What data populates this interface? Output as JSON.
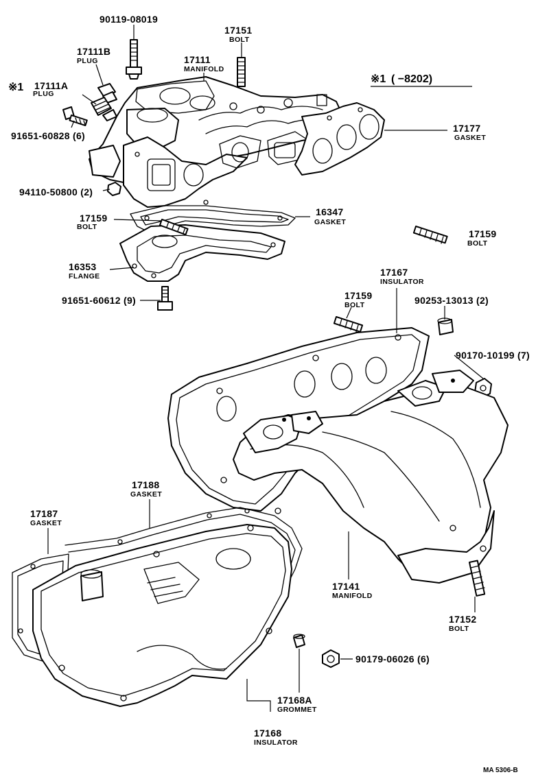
{
  "note": {
    "mark": "※1",
    "text": "(      −8202)"
  },
  "callouts": [
    {
      "id": "c1",
      "part_no": "90119-08019",
      "name": ""
    },
    {
      "id": "c2",
      "part_no": "17151",
      "name": "BOLT"
    },
    {
      "id": "c3",
      "part_no": "17111B",
      "name": "PLUG"
    },
    {
      "id": "c4",
      "part_no": "17111",
      "name": "MANIFOLD"
    },
    {
      "id": "c5",
      "part_no": "17111A",
      "name": "PLUG",
      "mark": "※1"
    },
    {
      "id": "c6",
      "part_no": "91651-60828 (6)",
      "name": ""
    },
    {
      "id": "c7",
      "part_no": "17177",
      "name": "GASKET"
    },
    {
      "id": "c8",
      "part_no": "94110-50800 (2)",
      "name": ""
    },
    {
      "id": "c9",
      "part_no": "17159",
      "name": "BOLT"
    },
    {
      "id": "c10",
      "part_no": "16347",
      "name": "GASKET"
    },
    {
      "id": "c11",
      "part_no": "17159",
      "name": "BOLT"
    },
    {
      "id": "c12",
      "part_no": "16353",
      "name": "FLANGE"
    },
    {
      "id": "c13",
      "part_no": "17167",
      "name": "INSULATOR"
    },
    {
      "id": "c14",
      "part_no": "17159",
      "name": "BOLT"
    },
    {
      "id": "c15",
      "part_no": "90253-13013 (2)",
      "name": ""
    },
    {
      "id": "c16",
      "part_no": "91651-60612 (9)",
      "name": ""
    },
    {
      "id": "c17",
      "part_no": "90170-10199 (7)",
      "name": ""
    },
    {
      "id": "c18",
      "part_no": "17188",
      "name": "GASKET"
    },
    {
      "id": "c19",
      "part_no": "17187",
      "name": "GASKET"
    },
    {
      "id": "c20",
      "part_no": "17141",
      "name": "MANIFOLD"
    },
    {
      "id": "c21",
      "part_no": "17152",
      "name": "BOLT"
    },
    {
      "id": "c22",
      "part_no": "90179-06026 (6)",
      "name": ""
    },
    {
      "id": "c23",
      "part_no": "17168A",
      "name": "GROMMET"
    },
    {
      "id": "c24",
      "part_no": "17168",
      "name": "INSULATOR"
    }
  ],
  "drawing_code": "MA  5306-B"
}
